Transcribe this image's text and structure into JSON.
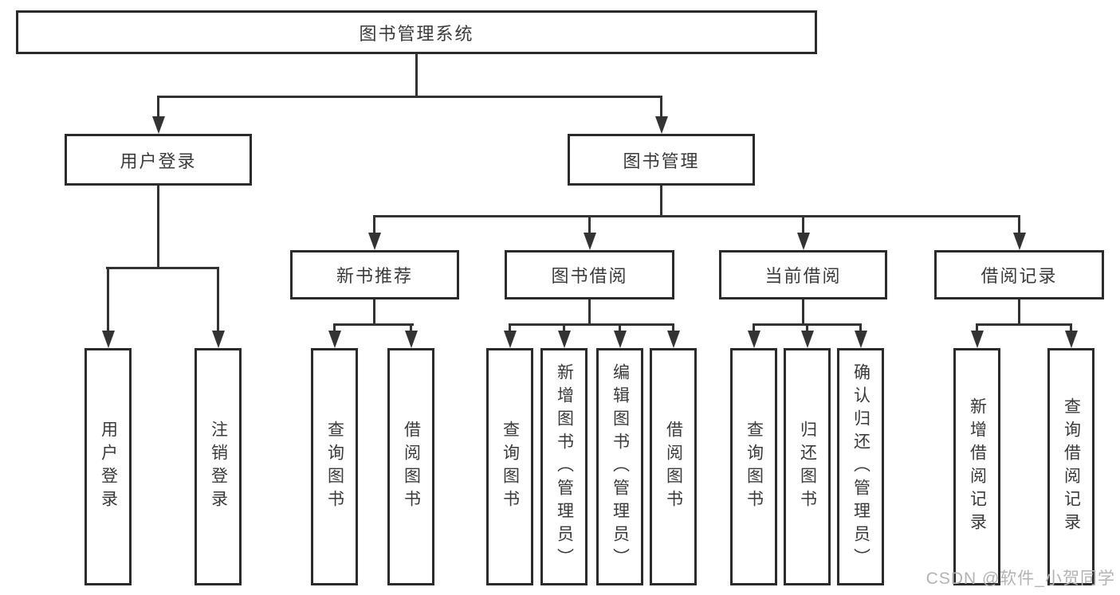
{
  "root": {
    "label": "图书管理系统"
  },
  "level2": {
    "user_login": {
      "label": "用户登录"
    },
    "book_mgmt": {
      "label": "图书管理"
    }
  },
  "level3": {
    "new_books": {
      "label": "新书推荐"
    },
    "book_borrow": {
      "label": "图书借阅"
    },
    "current_borrow": {
      "label": "当前借阅"
    },
    "borrow_records": {
      "label": "借阅记录"
    }
  },
  "leaves": {
    "login": {
      "label": "用户登录"
    },
    "logout": {
      "label": "注销登录"
    },
    "nb_query": {
      "label": "查询图书"
    },
    "nb_borrow": {
      "label": "借阅图书"
    },
    "bb_query": {
      "label": "查询图书"
    },
    "bb_add": {
      "label": "新增图书（管理员）"
    },
    "bb_edit": {
      "label": "编辑图书（管理员）"
    },
    "bb_borrow": {
      "label": "借阅图书"
    },
    "cb_query": {
      "label": "查询图书"
    },
    "cb_return": {
      "label": "归还图书"
    },
    "cb_confirm": {
      "label": "确认归还（管理员）"
    },
    "br_add": {
      "label": "新增借阅记录"
    },
    "br_query": {
      "label": "查询借阅记录"
    }
  },
  "watermark": {
    "text": "CSDN @软件_小贺同学"
  },
  "colors": {
    "line_color": "#333333",
    "border_color": "#2b2b2b",
    "text_color": "#3a3a3a",
    "watermark_color": "#b3b3b3"
  }
}
